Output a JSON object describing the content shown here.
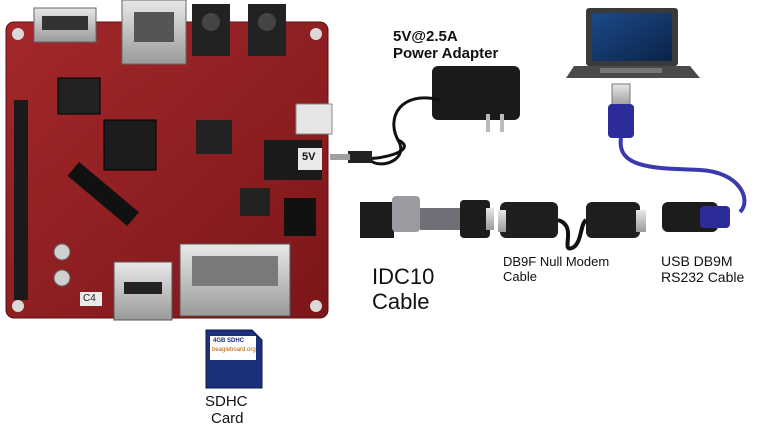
{
  "labels": {
    "power_adapter": [
      "5V@2.5A",
      "Power Adapter"
    ],
    "idc10": [
      "IDC10",
      "Cable"
    ],
    "null_modem": [
      "DB9F Null Modem",
      "Cable"
    ],
    "usb_cable": [
      "USB DB9M",
      "RS232 Cable"
    ],
    "sdhc": [
      "SDHC",
      "Card"
    ]
  },
  "board": {
    "silkscreen_text": "C4",
    "jack_label": "5V"
  },
  "sd_card": {
    "capacity_text": "4GB SDHC",
    "brand_text": "beagleboard.org"
  },
  "colors": {
    "board": "#8f1d20",
    "usb_cable": "#3a3ab0",
    "adapter": "#1a1a1a",
    "background": "#ffffff"
  }
}
